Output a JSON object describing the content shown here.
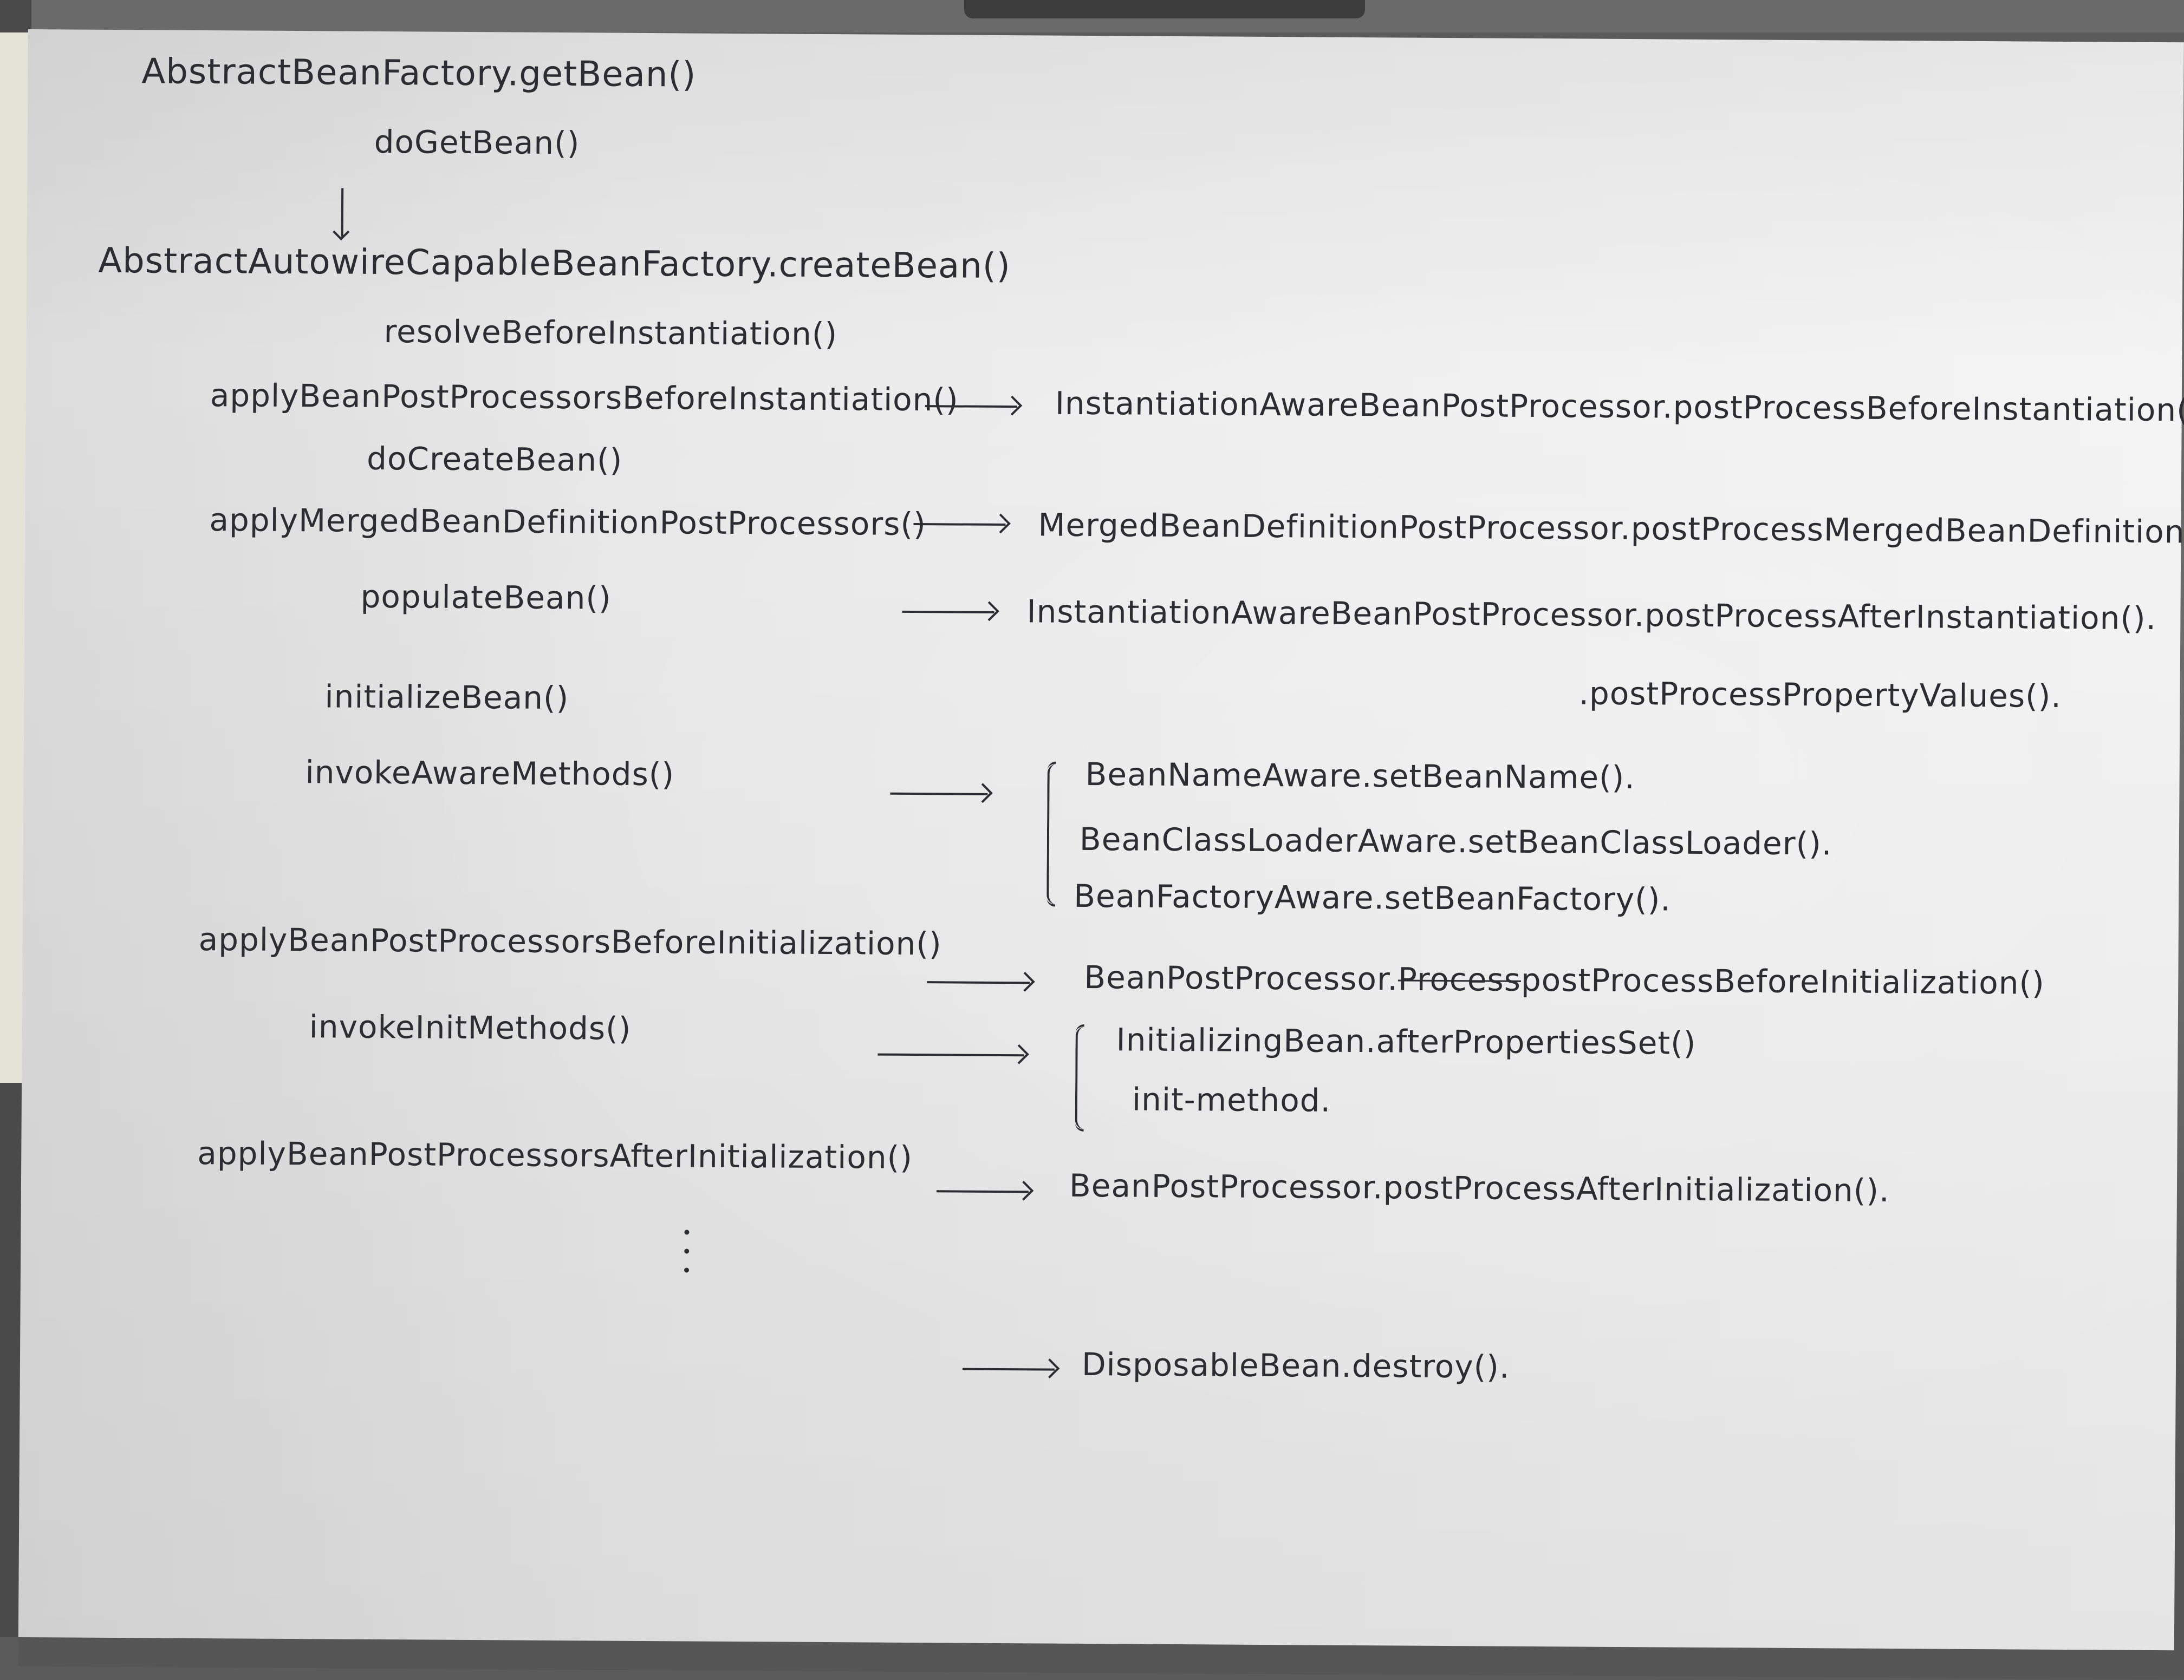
{
  "left_column": {
    "get_bean": "AbstractBeanFactory.getBean()",
    "do_get_bean": "doGetBean()",
    "create_bean": "AbstractAutowireCapableBeanFactory.createBean()",
    "resolve_before_instantiation": "resolveBeforeInstantiation()",
    "apply_before_instantiation": "applyBeanPostProcessorsBeforeInstantiation()",
    "do_create_bean": "doCreateBean()",
    "apply_merged": "applyMergedBeanDefinitionPostProcessors()",
    "populate_bean": "populateBean()",
    "initialize_bean": "initializeBean()",
    "invoke_aware": "invokeAwareMethods()",
    "apply_before_init": "applyBeanPostProcessorsBeforeInitialization()",
    "invoke_init": "invokeInitMethods()",
    "apply_after_init": "applyBeanPostProcessorsAfterInitialization()"
  },
  "right_column": {
    "before_instantiation": "InstantiationAwareBeanPostProcessor.postProcessBeforeInstantiation()",
    "merged": "MergedBeanDefinitionPostProcessor.postProcessMergedBeanDefinition().",
    "after_instantiation": "InstantiationAwareBeanPostProcessor.postProcessAfterInstantiation().",
    "property_values": ".postProcessPropertyValues().",
    "aware": [
      "BeanNameAware.setBeanName().",
      "BeanClassLoaderAware.setBeanClassLoader().",
      "BeanFactoryAware.setBeanFactory()."
    ],
    "before_init_prefix": "BeanPostProcessor.",
    "before_init_struck": "Process",
    "before_init_suffix": "postProcessBeforeInitialization()",
    "init": [
      "InitializingBean.afterPropertiesSet()",
      "init-method."
    ],
    "after_init": "BeanPostProcessor.postProcessAfterInitialization().",
    "destroy": "DisposableBean.destroy()."
  }
}
